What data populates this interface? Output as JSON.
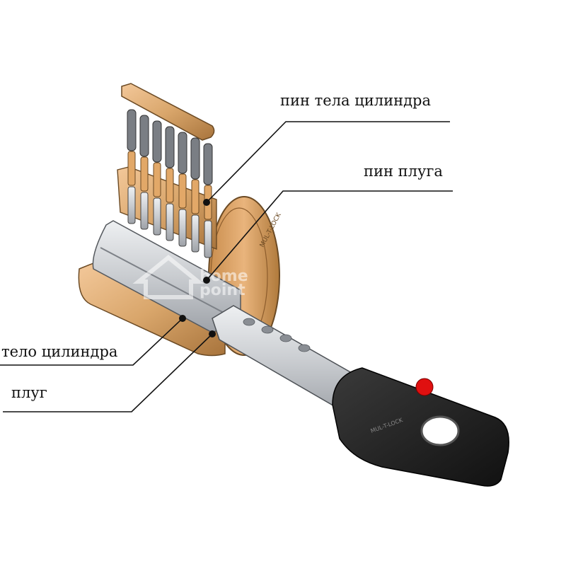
{
  "labels": {
    "body_pin": "пин тела цилиндра",
    "plug_pin": "пин плуга",
    "cylinder_body": "тело цилиндра",
    "plug": "плуг"
  },
  "watermark": {
    "line1": "home",
    "line2": "point"
  },
  "colors": {
    "brass": "#d9a66b",
    "brass_dark": "#b07a3c",
    "steel": "#c9ccd0",
    "key_head": "#1c1c1c",
    "indicator": "#e01010",
    "leader": "#111111"
  }
}
